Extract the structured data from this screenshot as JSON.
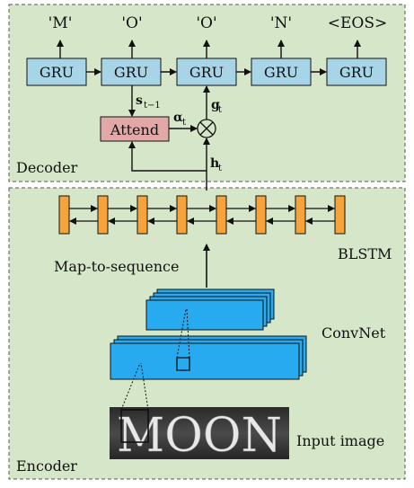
{
  "outputs": [
    "'M'",
    "'O'",
    "'O'",
    "'N'",
    "<EOS>"
  ],
  "decoder": {
    "section_label": "Decoder",
    "gru_label": "GRU",
    "attend_label": "Attend",
    "s_label": "s",
    "s_sub": "t−1",
    "alpha_label": "α",
    "alpha_sub": "t",
    "g_label": "g",
    "g_sub": "t",
    "h_label": "h",
    "h_sub": "t",
    "multiply_symbol": "⊗"
  },
  "encoder": {
    "section_label": "Encoder",
    "blstm_label": "BLSTM",
    "map_label": "Map-to-sequence",
    "convnet_label": "ConvNet",
    "input_label": "Input image",
    "input_word": "MOON"
  },
  "colors": {
    "background": "#d6e6c8",
    "gru": "#a8d4e8",
    "attend": "#e2a8a8",
    "lstm": "#f5a33a",
    "conv": "#27aaf0",
    "image_bg": "#3a3a3a"
  }
}
